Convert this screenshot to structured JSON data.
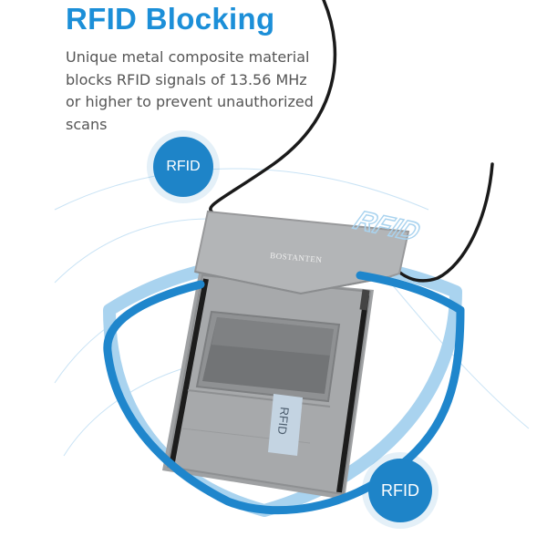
{
  "headline": "RFID Blocking",
  "description": [
    "Unique metal composite material",
    "blocks RFID signals of 13.56 MHz",
    "or higher to prevent unauthorized",
    "scans"
  ],
  "badges": {
    "top": "RFID",
    "bottom": "RFID"
  },
  "pouch": {
    "brand": "BOSTANTEN",
    "rfid_tag": "RFID"
  },
  "shield_watermark": "RFID",
  "colors": {
    "accent": "#1c8fd8",
    "badge": "#1e84c8",
    "shield_light": "#a9d3ef",
    "pouch_gray": "#a9abad"
  }
}
